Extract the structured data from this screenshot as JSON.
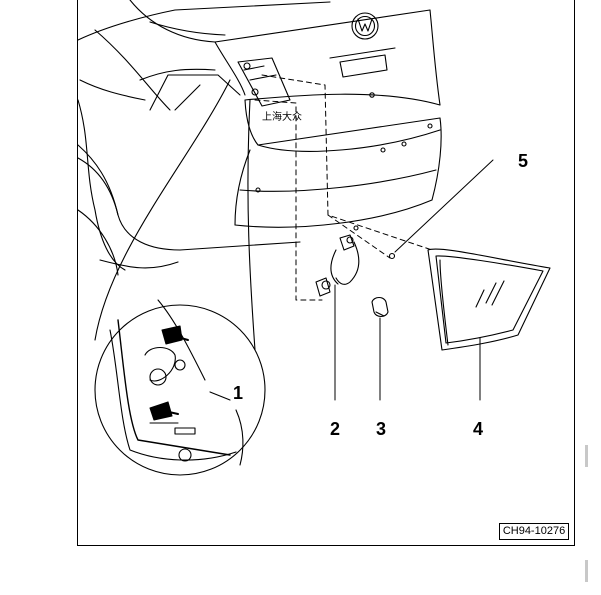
{
  "callouts": [
    {
      "id": "1",
      "label": "1"
    },
    {
      "id": "2",
      "label": "2"
    },
    {
      "id": "3",
      "label": "3"
    },
    {
      "id": "4",
      "label": "4"
    },
    {
      "id": "5",
      "label": "5"
    }
  ],
  "figure_code": "CH94-10276",
  "plate_text": "上海大众",
  "colors": {
    "line": "#000000",
    "dash": "#000000",
    "background": "#ffffff"
  }
}
